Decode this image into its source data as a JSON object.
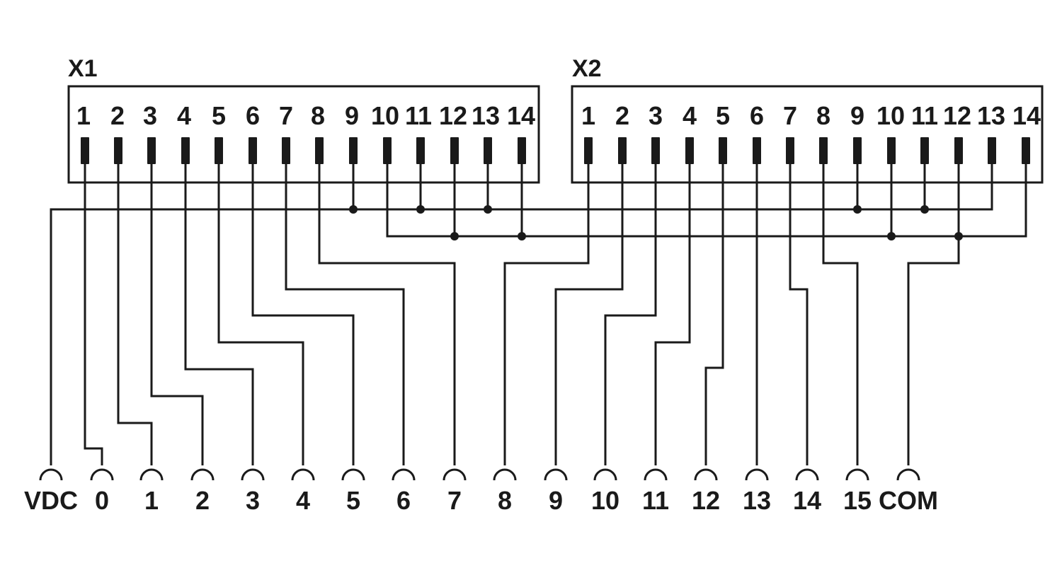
{
  "connectors": [
    {
      "label": "X1",
      "pins": [
        "1",
        "2",
        "3",
        "4",
        "5",
        "6",
        "7",
        "8",
        "9",
        "10",
        "11",
        "12",
        "13",
        "14"
      ]
    },
    {
      "label": "X2",
      "pins": [
        "1",
        "2",
        "3",
        "4",
        "5",
        "6",
        "7",
        "8",
        "9",
        "10",
        "11",
        "12",
        "13",
        "14"
      ]
    }
  ],
  "terminals": [
    "VDC",
    "0",
    "1",
    "2",
    "3",
    "4",
    "5",
    "6",
    "7",
    "8",
    "9",
    "10",
    "11",
    "12",
    "13",
    "14",
    "15",
    "COM"
  ]
}
